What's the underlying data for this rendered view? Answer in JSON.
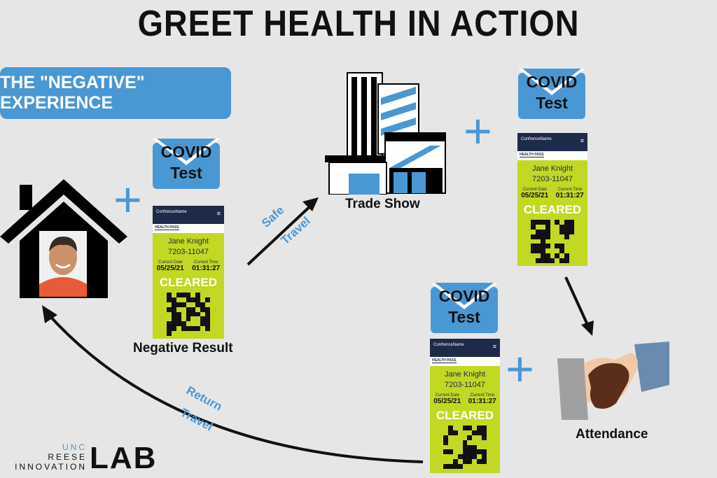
{
  "title": "GREET HEALTH IN ACTION",
  "banner": "THE \"NEGATIVE\" EXPERIENCE",
  "covid": {
    "line1": "COVID",
    "line2": "Test"
  },
  "pass": {
    "conference": "ConfrenceName",
    "tab": "HEALTH PASS",
    "name": "Jane Knight",
    "id": "7203-11047",
    "date_label": "Current Date",
    "time_label": "Current Time",
    "date": "05/25/21",
    "time": "01:31:27",
    "status": "CLEARED"
  },
  "captions": {
    "negative_result": "Negative Result",
    "trade_show": "Trade Show",
    "attendance": "Attendance"
  },
  "travel": {
    "safe1": "Safe",
    "safe2": "Travel",
    "return1": "Return",
    "return2": "Travel"
  },
  "logo": {
    "unc": "UNC",
    "reese": "REESE",
    "innovation": "INNOVATION",
    "lab": "LAB"
  },
  "colors": {
    "accent": "#4a98d3",
    "pass_green": "#c2d823",
    "navy": "#1e2a4a",
    "background": "#e6e6e6"
  },
  "icons": [
    "house-icon",
    "building-icon",
    "handshake-icon",
    "envelope-icon",
    "plus-icon",
    "qr-code-icon",
    "arrow-icon"
  ]
}
